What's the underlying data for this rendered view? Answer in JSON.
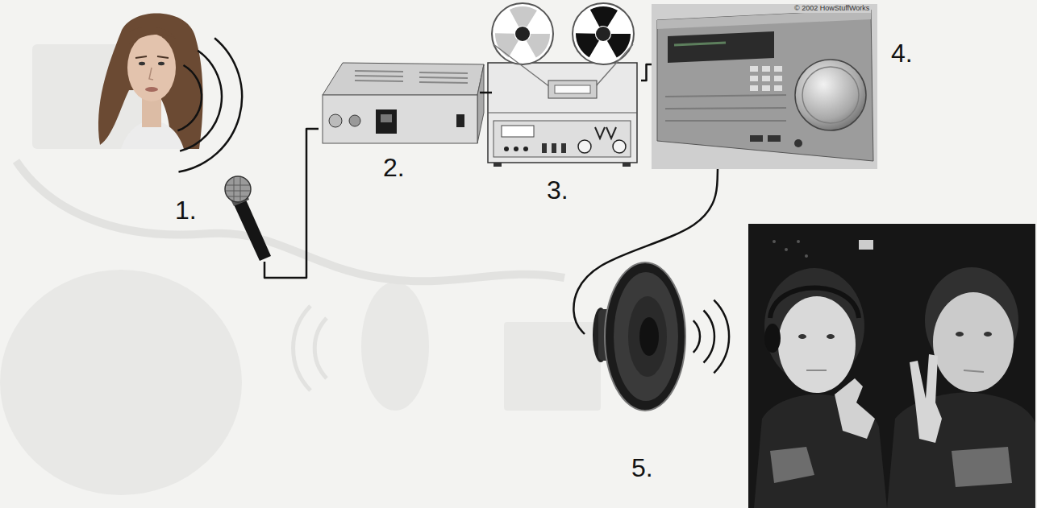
{
  "diagram": {
    "nodes": [
      {
        "text": [
          "1."
        ]
      },
      {
        "text": [
          "2."
        ]
      },
      {
        "text": [
          "3."
        ]
      },
      {
        "text": [
          "4."
        ]
      },
      {
        "text": [
          "5."
        ]
      }
    ],
    "edges": [
      {
        "from": 0,
        "to": 1,
        "arrow": "none"
      },
      {
        "from": 1,
        "to": 2,
        "arrow": "none"
      },
      {
        "from": 2,
        "to": 3,
        "arrow": "none"
      },
      {
        "from": 3,
        "to": 4,
        "arrow": "none"
      }
    ],
    "labels": [
      "© 2002 HowStuffWorks"
    ]
  }
}
